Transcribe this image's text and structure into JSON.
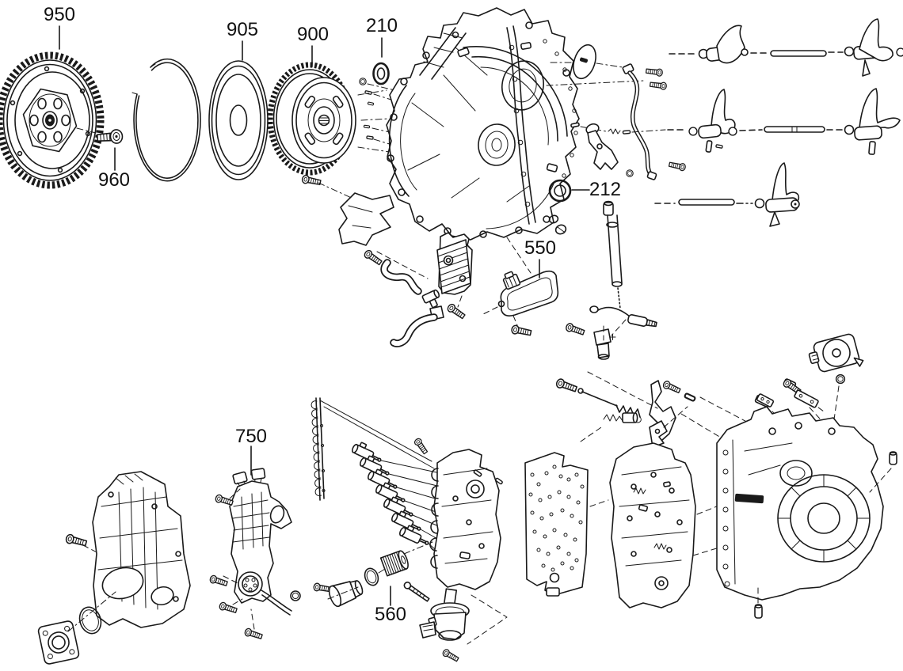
{
  "diagram": {
    "background_color": "#ffffff",
    "line_color": "#1a1a1a",
    "callouts": {
      "c950": "950",
      "c960": "960",
      "c905": "905",
      "c900": "900",
      "c210": "210",
      "c212": "212",
      "c550": "550",
      "c750": "750",
      "c560": "560"
    }
  }
}
